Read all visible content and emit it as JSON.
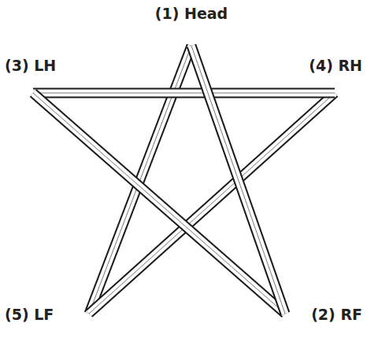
{
  "diagram": {
    "labels": [
      "(1) Head",
      "(3) LH",
      "(4) RH",
      "(5) LF",
      "(2) RF"
    ]
  }
}
